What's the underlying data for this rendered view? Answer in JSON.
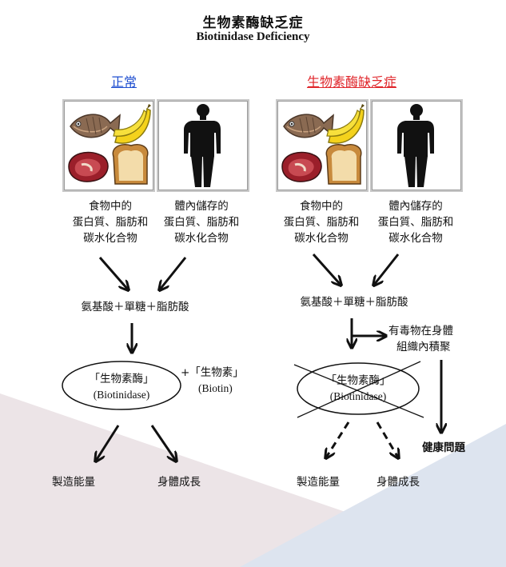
{
  "title_zh": "生物素酶缺乏症",
  "title_en": "Biotinidase Deficiency",
  "colors": {
    "normal": "#1f4fd0",
    "deficiency": "#e0262b"
  },
  "normal": {
    "heading": "正常",
    "food_label": [
      "食物中的",
      "蛋白質、脂肪和",
      "碳水化合物"
    ],
    "body_label": [
      "體內儲存的",
      "蛋白質、脂肪和",
      "碳水化合物"
    ],
    "breakdown": "氨基酸＋單糖＋脂肪酸",
    "enzyme_zh": "「生物素酶」",
    "enzyme_en": "(Biotinidase)",
    "cofactor_zh": "+「生物素」",
    "cofactor_en": "(Biotin)",
    "outcome_energy": "製造能量",
    "outcome_growth": "身體成長"
  },
  "deficiency": {
    "heading": "生物素酶缺乏症",
    "food_label": [
      "食物中的",
      "蛋白質、脂肪和",
      "碳水化合物"
    ],
    "body_label": [
      "體內儲存的",
      "蛋白質、脂肪和",
      "碳水化合物"
    ],
    "breakdown": "氨基酸＋單糖＋脂肪酸",
    "toxic": [
      "有毒物在身體",
      "組織內積聚"
    ],
    "enzyme_zh": "「生物素酶」",
    "enzyme_en": "(Biotinidase)",
    "health": "健康問題",
    "outcome_energy": "製造能量",
    "outcome_growth": "身體成長"
  }
}
